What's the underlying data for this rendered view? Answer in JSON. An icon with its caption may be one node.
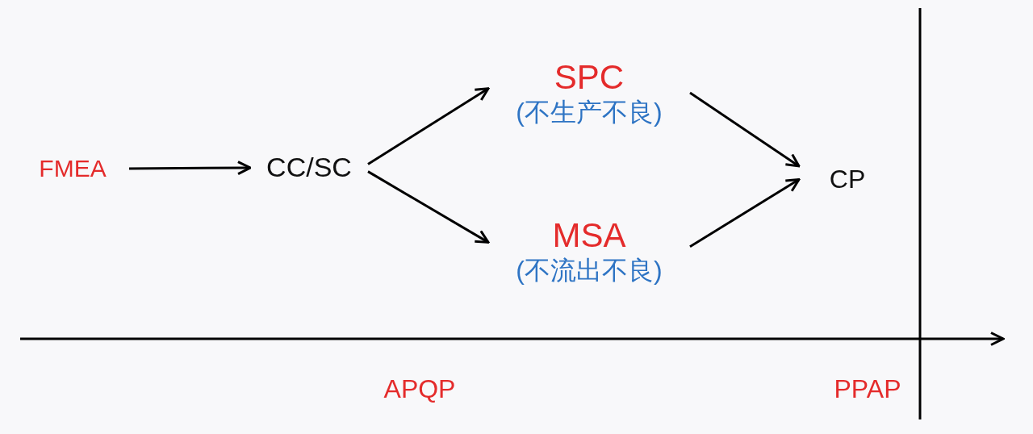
{
  "diagram": {
    "nodes": [
      {
        "text": [
          "FMEA"
        ]
      },
      {
        "text": [
          "CC/SC"
        ]
      },
      {
        "text": [
          "SPC",
          "(不生产不良)"
        ]
      },
      {
        "text": [
          "MSA",
          "(不流出不良)"
        ]
      },
      {
        "text": [
          "CP"
        ]
      }
    ],
    "edges": [
      {
        "from": 0,
        "to": 1,
        "arrow": "to"
      },
      {
        "from": 1,
        "to": 2,
        "arrow": "to"
      },
      {
        "from": 1,
        "to": 3,
        "arrow": "to"
      },
      {
        "from": 2,
        "to": 4,
        "arrow": "to"
      },
      {
        "from": 3,
        "to": 4,
        "arrow": "to"
      }
    ],
    "labels": [
      "APQP",
      "PPAP"
    ]
  }
}
